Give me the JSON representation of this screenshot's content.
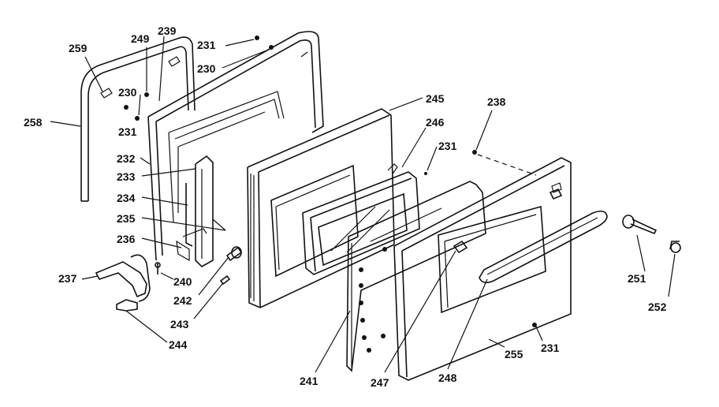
{
  "callouts": [
    {
      "id": "c259",
      "text": "259"
    },
    {
      "id": "c249",
      "text": "249"
    },
    {
      "id": "c239",
      "text": "239"
    },
    {
      "id": "c231a",
      "text": "231"
    },
    {
      "id": "c230a",
      "text": "230"
    },
    {
      "id": "c230b",
      "text": "230"
    },
    {
      "id": "c231b",
      "text": "231"
    },
    {
      "id": "c258",
      "text": "258"
    },
    {
      "id": "c232",
      "text": "232"
    },
    {
      "id": "c233",
      "text": "233"
    },
    {
      "id": "c234",
      "text": "234"
    },
    {
      "id": "c235",
      "text": "235"
    },
    {
      "id": "c236",
      "text": "236"
    },
    {
      "id": "c237",
      "text": "237"
    },
    {
      "id": "c240",
      "text": "240"
    },
    {
      "id": "c242",
      "text": "242"
    },
    {
      "id": "c243",
      "text": "243"
    },
    {
      "id": "c244",
      "text": "244"
    },
    {
      "id": "c245",
      "text": "245"
    },
    {
      "id": "c246",
      "text": "246"
    },
    {
      "id": "c238",
      "text": "238"
    },
    {
      "id": "c231c",
      "text": "231"
    },
    {
      "id": "c241",
      "text": "241"
    },
    {
      "id": "c247",
      "text": "247"
    },
    {
      "id": "c248",
      "text": "248"
    },
    {
      "id": "c255",
      "text": "255"
    },
    {
      "id": "c231d",
      "text": "231"
    },
    {
      "id": "c251",
      "text": "251"
    },
    {
      "id": "c252",
      "text": "252"
    }
  ]
}
